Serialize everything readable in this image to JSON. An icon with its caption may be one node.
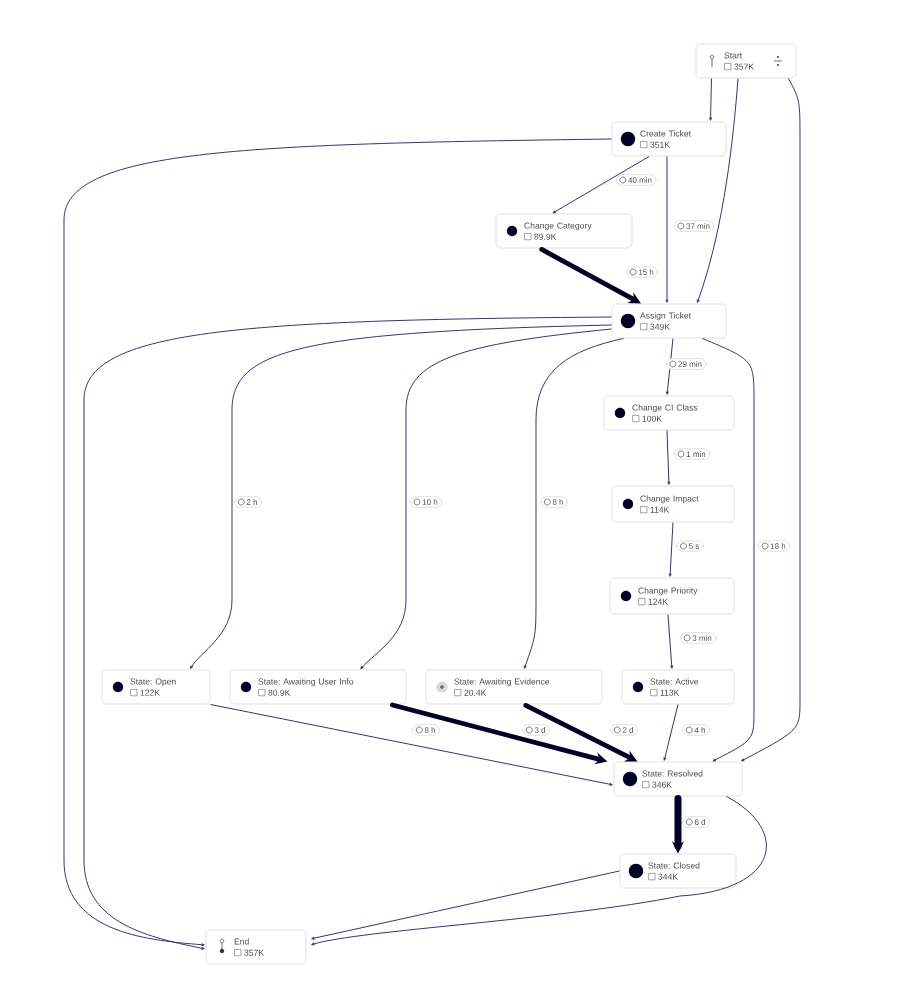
{
  "diagram": {
    "nodes": [
      {
        "text": [
          "Start",
          "357K"
        ]
      },
      {
        "text": [
          "Create Ticket",
          "351K"
        ]
      },
      {
        "text": [
          "Change Category",
          "89.9K"
        ]
      },
      {
        "text": [
          "Assign Ticket",
          "349K"
        ]
      },
      {
        "text": [
          "Change CI Class",
          "100K"
        ]
      },
      {
        "text": [
          "Change Impact",
          "114K"
        ]
      },
      {
        "text": [
          "Change Priority",
          "124K"
        ]
      },
      {
        "text": [
          "State: Open",
          "122K"
        ]
      },
      {
        "text": [
          "State: Awaiting User Info",
          "80.9K"
        ]
      },
      {
        "text": [
          "State: Awaiting Evidence",
          "20.4K"
        ]
      },
      {
        "text": [
          "State: Active",
          "113K"
        ]
      },
      {
        "text": [
          "State: Resolved",
          "346K"
        ]
      },
      {
        "text": [
          "State: Closed",
          "344K"
        ]
      },
      {
        "text": [
          "End",
          "357K"
        ]
      }
    ],
    "edges": [
      {
        "from": 0,
        "to": 1,
        "arrow": "to"
      },
      {
        "from": 0,
        "to": 3,
        "arrow": "to"
      },
      {
        "from": 0,
        "to": 11,
        "arrow": "to"
      },
      {
        "from": 1,
        "to": 2,
        "arrow": "to",
        "label": "40 min"
      },
      {
        "from": 1,
        "to": 3,
        "arrow": "to",
        "label": "37 min"
      },
      {
        "from": 1,
        "to": 13,
        "arrow": "to"
      },
      {
        "from": 2,
        "to": 3,
        "arrow": "to",
        "label": "15 h",
        "style": "thick"
      },
      {
        "from": 3,
        "to": 4,
        "arrow": "to",
        "label": "29 min"
      },
      {
        "from": 3,
        "to": 11,
        "arrow": "to",
        "label": "18 h"
      },
      {
        "from": 3,
        "to": 7,
        "arrow": "to",
        "label": "2 h"
      },
      {
        "from": 3,
        "to": 8,
        "arrow": "to",
        "label": "10 h"
      },
      {
        "from": 3,
        "to": 9,
        "arrow": "to",
        "label": "8 h"
      },
      {
        "from": 3,
        "to": 13,
        "arrow": "to"
      },
      {
        "from": 4,
        "to": 5,
        "arrow": "to",
        "label": "1 min"
      },
      {
        "from": 5,
        "to": 6,
        "arrow": "to",
        "label": "5 s"
      },
      {
        "from": 6,
        "to": 10,
        "arrow": "to",
        "label": "3 min"
      },
      {
        "from": 7,
        "to": 11,
        "arrow": "to",
        "label": "8 h"
      },
      {
        "from": 8,
        "to": 11,
        "arrow": "to",
        "label": "3 d",
        "style": "thick"
      },
      {
        "from": 9,
        "to": 11,
        "arrow": "to",
        "label": "2 d",
        "style": "thick"
      },
      {
        "from": 10,
        "to": 11,
        "arrow": "to",
        "label": "4 h"
      },
      {
        "from": 11,
        "to": 12,
        "arrow": "to",
        "label": "6 d",
        "style": "thick"
      },
      {
        "from": 11,
        "to": 13,
        "arrow": "to"
      },
      {
        "from": 12,
        "to": 13,
        "arrow": "to"
      }
    ]
  }
}
